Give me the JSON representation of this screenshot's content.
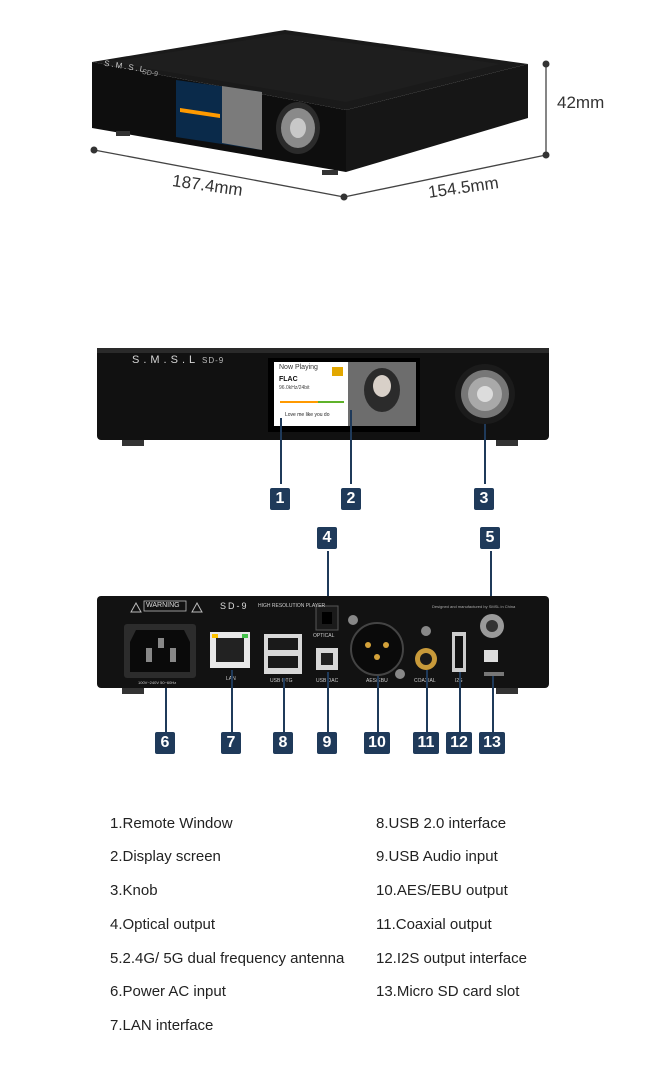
{
  "brand": "S.M.S.L",
  "model": "SD-9",
  "dimensions": {
    "height": "42mm",
    "width": "187.4mm",
    "depth": "154.5mm"
  },
  "screen": {
    "now_playing": "Now Playing",
    "format": "FLAC",
    "rate": "96.0kHz/24bit",
    "track": "Love me like you do"
  },
  "rear_panel": {
    "warning": "WARNING",
    "subtitle": "HIGH RESOLUTION PLAYER",
    "optical": "OPTICAL",
    "lan": "LAN",
    "usb_otg": "USB OTG",
    "usb_dac": "USB DAC",
    "aes_ebu": "AES/EBU",
    "coaxial": "COAXIAL",
    "i2s": "I2S",
    "power": "100V~240V 50~60Hz",
    "made": "Designed and manufactured by SMSL in China"
  },
  "callouts": [
    "1",
    "2",
    "3",
    "4",
    "5",
    "6",
    "7",
    "8",
    "9",
    "10",
    "11",
    "12",
    "13"
  ],
  "features_left": [
    "1.Remote Window",
    "2.Display screen",
    "3.Knob",
    "4.Optical output",
    "5.2.4G/ 5G dual frequency antenna",
    "6.Power AC input",
    "7.LAN interface"
  ],
  "features_right": [
    "8.USB 2.0 interface",
    "9.USB Audio input",
    "10.AES/EBU output",
    "11.Coaxial output",
    "12.I2S output interface",
    "13.Micro SD card slot"
  ]
}
